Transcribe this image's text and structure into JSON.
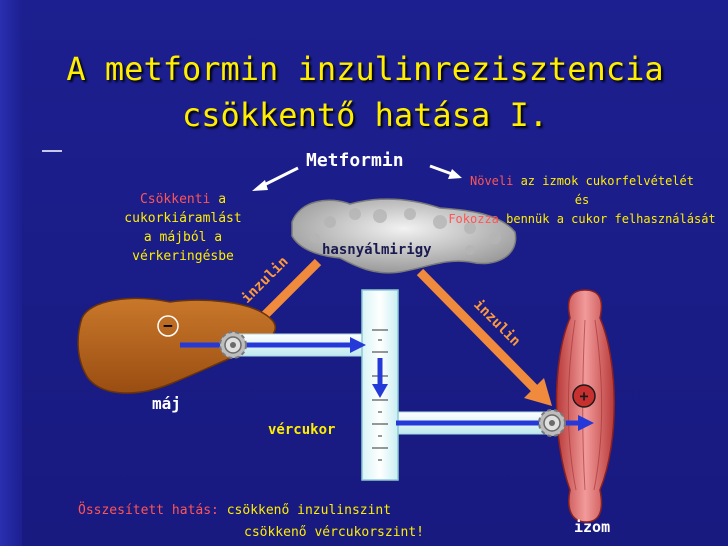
{
  "title": {
    "line1": "A metformin inzulinrezisztencia",
    "line2": "csökkentő hatása I."
  },
  "labels": {
    "metformin": "Metformin",
    "pancreas": "hasnyálmirigy",
    "liver": "máj",
    "muscle": "izom",
    "blood_sugar": "vércukor",
    "insulin_left": "inzulin",
    "insulin_right": "inzulin",
    "minus_sign": "−",
    "plus_sign": "+"
  },
  "left_effect": {
    "highlight": "Csökkenti",
    "rest1": " a",
    "line2": "cukorkiáramlást",
    "line3": "a májból a",
    "line4": "vérkeringésbe"
  },
  "right_effect": {
    "highlight1": "Növeli",
    "rest1": " az izmok cukorfelvételét",
    "line2": "és",
    "highlight3": "Fokozza",
    "rest3": " bennük a cukor felhasználását"
  },
  "summary": {
    "label": "Összesített hatás:",
    "line1": "csökkenő inzulinszint",
    "line2": "csökkenő vércukorszint!"
  },
  "colors": {
    "background": "#1c1f8f",
    "title": "#ffee00",
    "highlight": "#ff5555",
    "liver": "#b8651b",
    "muscle": "#e46a6a",
    "insulin_arrow": "#f08a3c"
  }
}
